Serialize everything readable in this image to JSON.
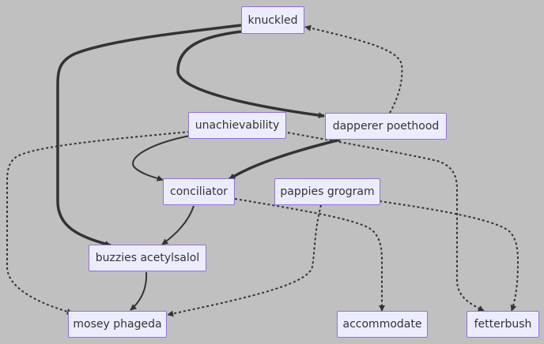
{
  "nodes": {
    "knuckled": "knuckled",
    "dapperer_poethood": "dapperer poethood",
    "unachievability": "unachievability",
    "conciliator": "conciliator",
    "pappies_grogram": "pappies grogram",
    "buzzies_acetylsalol": "buzzies acetylsalol",
    "mosey_phageda": "mosey phageda",
    "accommodate": "accommodate",
    "fetterbush": "fetterbush"
  },
  "edges": [
    {
      "from": "knuckled",
      "to": "dapperer poethood",
      "style": "thick"
    },
    {
      "from": "knuckled",
      "to": "buzzies acetylsalol",
      "style": "thick"
    },
    {
      "from": "dapperer poethood",
      "to": "knuckled",
      "style": "dotted"
    },
    {
      "from": "dapperer poethood",
      "to": "conciliator",
      "style": "thick"
    },
    {
      "from": "unachievability",
      "to": "conciliator",
      "style": "solid"
    },
    {
      "from": "unachievability",
      "to": "mosey phageda",
      "style": "dotted"
    },
    {
      "from": "unachievability",
      "to": "fetterbush",
      "style": "dotted"
    },
    {
      "from": "conciliator",
      "to": "buzzies acetylsalol",
      "style": "solid"
    },
    {
      "from": "conciliator",
      "to": "accommodate",
      "style": "dotted"
    },
    {
      "from": "pappies grogram",
      "to": "mosey phageda",
      "style": "dotted"
    },
    {
      "from": "pappies grogram",
      "to": "fetterbush",
      "style": "dotted"
    },
    {
      "from": "buzzies acetylsalol",
      "to": "mosey phageda",
      "style": "solid"
    }
  ],
  "colors": {
    "background": "#c0c0c0",
    "node_fill": "#ececff",
    "node_border": "#9370db",
    "edge": "#333333"
  }
}
